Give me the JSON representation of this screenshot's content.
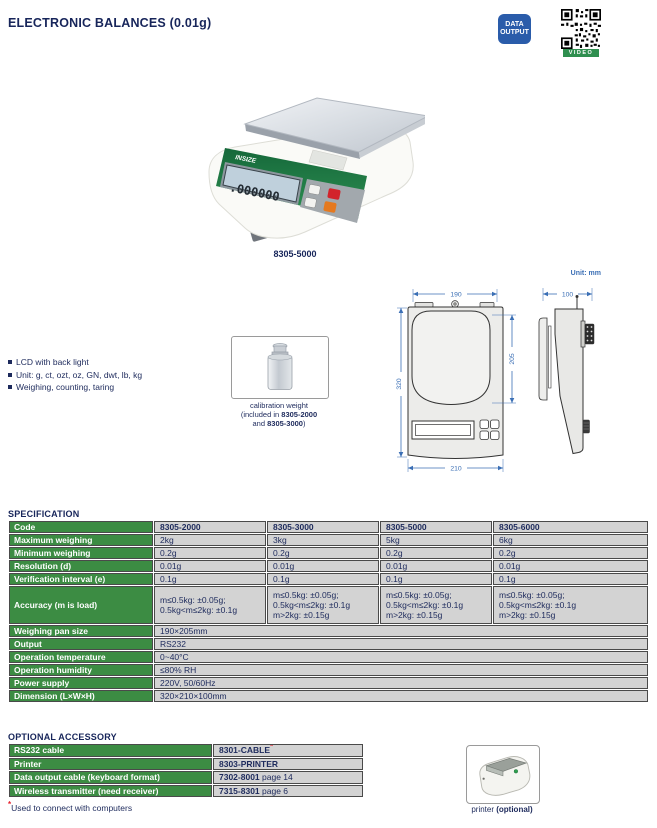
{
  "header": {
    "title": "ELECTRONIC BALANCES (0.01g)",
    "badge_line1": "DATA",
    "badge_line2": "OUTPUT",
    "video_label": "VIDEO"
  },
  "product": {
    "model": "8305-5000",
    "brand": "INSIZE",
    "lcd_value": ".000000"
  },
  "features": {
    "items": [
      "LCD with back light",
      "Unit: g, ct, ozt, oz, GN, dwt, lb, kg",
      "Weighing, counting, taring"
    ]
  },
  "calibration": {
    "cap1": "calibration weight",
    "cap2_pre": "(included in ",
    "cap2_code": "8305-2000",
    "cap3_pre": "and ",
    "cap3_code": "8305-3000",
    "cap3_suf": ")"
  },
  "drawing": {
    "unit_label": "Unit: mm",
    "front_width_top": "190",
    "front_height_left": "320",
    "front_pan_height": "205",
    "front_width_bottom": "210",
    "side_width": "100"
  },
  "specification": {
    "heading": "SPECIFICATION",
    "rows4": [
      {
        "label": "Code",
        "values": [
          "8305-2000",
          "8305-3000",
          "8305-5000",
          "8305-6000"
        ]
      },
      {
        "label": "Maximum weighing",
        "values": [
          "2kg",
          "3kg",
          "5kg",
          "6kg"
        ]
      },
      {
        "label": "Minimum weighing",
        "values": [
          "0.2g",
          "0.2g",
          "0.2g",
          "0.2g"
        ]
      },
      {
        "label": "Resolution (d)",
        "values": [
          "0.01g",
          "0.01g",
          "0.01g",
          "0.01g"
        ]
      },
      {
        "label": "Verification interval (e)",
        "values": [
          "0.1g",
          "0.1g",
          "0.1g",
          "0.1g"
        ]
      }
    ],
    "accuracy": {
      "label": "Accuracy (m is load)",
      "values": [
        [
          "m≤0.5kg: ±0.05g;",
          "0.5kg<m≤2kg: ±0.1g"
        ],
        [
          "m≤0.5kg: ±0.05g;",
          "0.5kg<m≤2kg: ±0.1g",
          "m>2kg: ±0.15g"
        ],
        [
          "m≤0.5kg: ±0.05g;",
          "0.5kg<m≤2kg: ±0.1g",
          "m>2kg: ±0.15g"
        ],
        [
          "m≤0.5kg: ±0.05g;",
          "0.5kg<m≤2kg: ±0.1g",
          "m>2kg: ±0.15g"
        ]
      ]
    },
    "rows_span": [
      {
        "label": "Weighing pan size",
        "value": "190×205mm"
      },
      {
        "label": "Output",
        "value": "RS232"
      },
      {
        "label": "Operation temperature",
        "value": "0~40°C"
      },
      {
        "label": "Operation humidity",
        "value": "≤80% RH"
      },
      {
        "label": "Power supply",
        "value": "220V, 50/60Hz"
      },
      {
        "label": "Dimension (L×W×H)",
        "value": "320×210×100mm"
      }
    ]
  },
  "optional_accessory": {
    "heading": "OPTIONAL ACCESSORY",
    "rows": [
      {
        "label": "RS232 cable",
        "code": "8301-CABLE",
        "asterisk": "*"
      },
      {
        "label": "Printer",
        "code": "8303-PRINTER"
      },
      {
        "label": "Data output cable (keyboard format)",
        "code": "7302-8001",
        "suffix": " page 14"
      },
      {
        "label": "Wireless transmitter (need receiver)",
        "code": "7315-8301",
        "suffix": " page 6"
      }
    ],
    "printer_caption_normal": "printer ",
    "printer_caption_bold": "(optional)"
  },
  "footnote": {
    "marker": "*",
    "text": "Used to connect with computers"
  },
  "colors": {
    "accent_green": "#3c8c43",
    "table_cell_gray": "#d3d3d3",
    "text_navy": "#1d2a5c",
    "badge_blue": "#2a5caa",
    "dimension_blue": "#3b6fb5",
    "asterisk_red": "#e8212e"
  }
}
